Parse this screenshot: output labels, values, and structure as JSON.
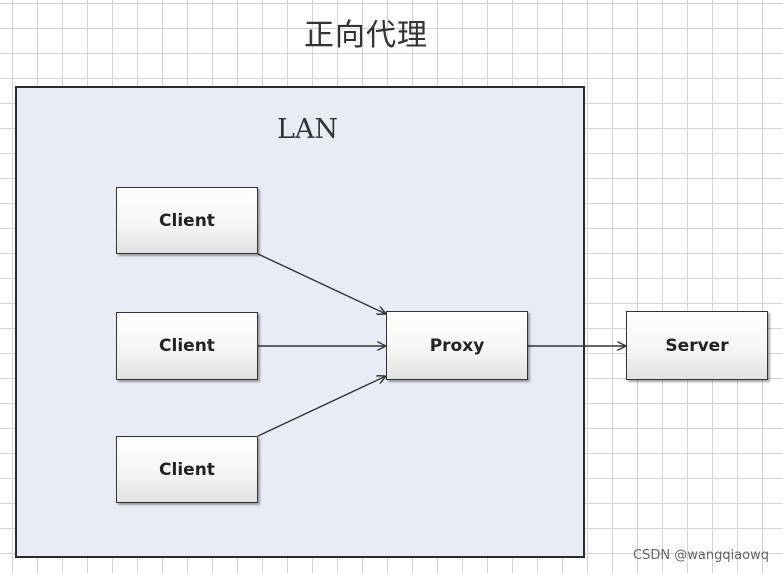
{
  "title": "正向代理",
  "lan": {
    "label": "LAN"
  },
  "nodes": {
    "client1": "Client",
    "client2": "Client",
    "client3": "Client",
    "proxy": "Proxy",
    "server": "Server"
  },
  "watermark": "CSDN @wangqiaowq",
  "colors": {
    "lan_fill": "#e8ecf4",
    "grid": "#d4d4d4",
    "line": "#333333"
  }
}
